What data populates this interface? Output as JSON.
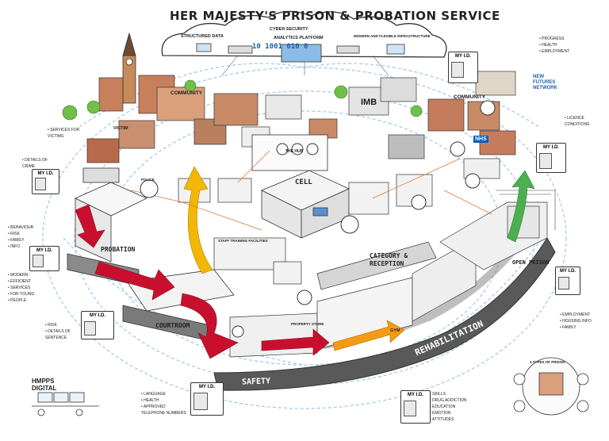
{
  "title": "HER MAJESTY'S PRISON & PROBATION SERVICE",
  "cloud": {
    "items": [
      "STRUCTURED DATA",
      "CYBER SECURITY",
      "ANALYTICS PLATFORM",
      "MODERN AND FLEXIBLE INFRASTRUCTURE"
    ],
    "binary": "10 1001 010 0"
  },
  "areas": {
    "community_left": "COMMUNITY",
    "community_right": "COMMUNITY",
    "victim": "VICTIM",
    "police": "POLICE",
    "probation": "PROBATION",
    "courtroom": "COURTROOM",
    "cell": "CELL",
    "category_reception": "CATEGORY & RECEPTION",
    "open_prison": "OPEN PRISON",
    "safety": "SAFETY",
    "rehabilitation": "REHABILITATION",
    "gym": "GYM",
    "hub": "THE HUB",
    "imb": "IMB",
    "nhs": "NHS",
    "new_futures": "NEW FUTURES NETWORK",
    "hmpps_digital": "HMPPS DIGITAL",
    "four_types": "4 TYPES OF PRISON",
    "property_store": "PROPERTY STORE",
    "staff_training": "STAFF TRAINING FACILITIES",
    "my_id": "MY I.D."
  },
  "lists": {
    "victims": [
      "SERVICES FOR VICTIMS"
    ],
    "crime": [
      "DETAILS OF CRIME"
    ],
    "behaviour": [
      "BEHAVIOUR",
      "RISK",
      "FAMILY",
      "INFO"
    ],
    "modern": [
      "MODERN",
      "EFFICIENT",
      "SERVICES",
      "FOR YOUNG",
      "PEOPLE"
    ],
    "sentence": [
      "RISK",
      "DETAILS OF SENTENCE"
    ],
    "bottom_left": [
      "LANGUAGE",
      "HEALTH",
      "APPROVED TELEPHONE NUMBERS"
    ],
    "skills": [
      "SKILLS",
      "DRUG ADDICTION",
      "EDUCATION",
      "EMOTION",
      "ATTITUDES"
    ],
    "top_right": [
      "PROGRESS",
      "HEALTH",
      "EMPLOYMENT"
    ],
    "licence": [
      "LICENCE CONDITIONS"
    ],
    "employment": [
      "EMPLOYMENT",
      "HOUSING INFO",
      "FAMILY"
    ]
  },
  "colors": {
    "ink": "#222222",
    "red": "#c8102e",
    "yellow": "#f2b705",
    "green": "#4caf50",
    "blue_flow": "#9ec6e8",
    "wall": "#555555"
  }
}
